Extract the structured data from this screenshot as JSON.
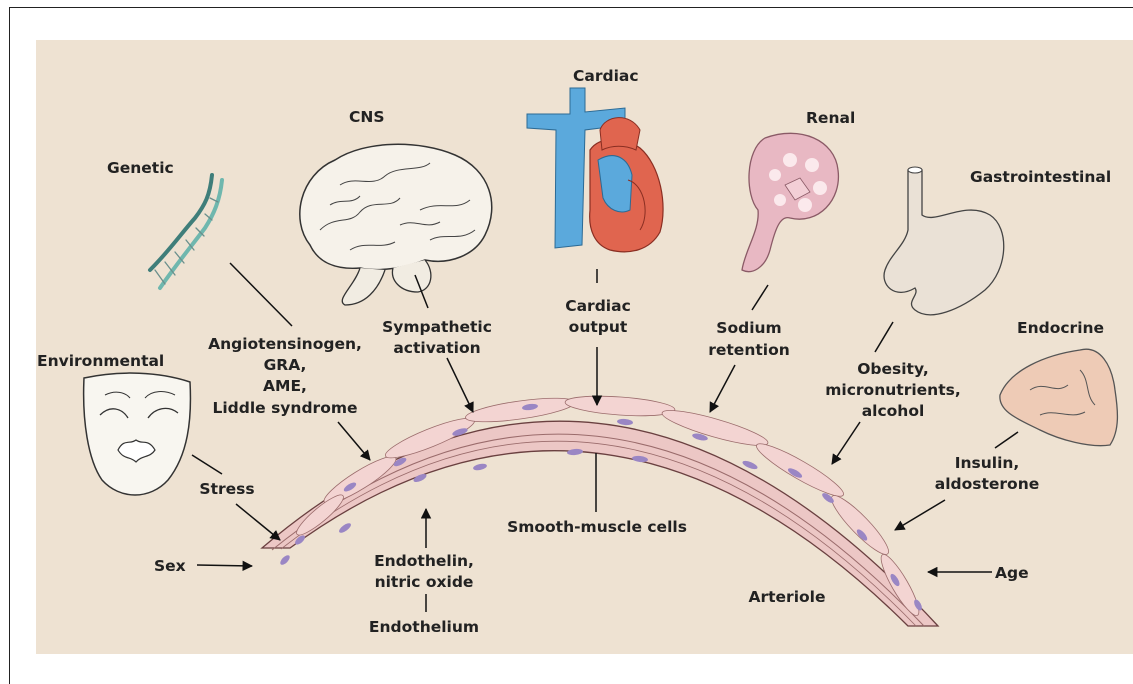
{
  "categories": {
    "genetic": "Genetic",
    "cns": "CNS",
    "cardiac": "Cardiac",
    "renal": "Renal",
    "gastrointestinal": "Gastrointestinal",
    "endocrine": "Endocrine",
    "environmental": "Environmental"
  },
  "mechanisms": {
    "genetic": [
      "Angiotensinogen,",
      "GRA,",
      "AME,",
      "Liddle syndrome"
    ],
    "cns": [
      "Sympathetic",
      "activation"
    ],
    "cardiac": [
      "Cardiac",
      "output"
    ],
    "renal": [
      "Sodium",
      "retention"
    ],
    "gastrointestinal": [
      "Obesity,",
      "micronutrients,",
      "alcohol"
    ],
    "endocrine": [
      "Insulin,",
      "aldosterone"
    ],
    "environmental": "Stress"
  },
  "arteriole": {
    "sex": "Sex",
    "age": "Age",
    "endothelin": [
      "Endothelin,",
      "nitric oxide"
    ],
    "endothelium": "Endothelium",
    "smooth_muscle": "Smooth-muscle cells",
    "arteriole": "Arteriole"
  },
  "colors": {
    "background": "#eee2d2",
    "vessel": "#ecc7c5",
    "cell_nucleus": "#9a86c4",
    "vein_blue": "#5ba9dc",
    "heart_red": "#e0654f",
    "kidney_pink": "#e8b8c3"
  }
}
